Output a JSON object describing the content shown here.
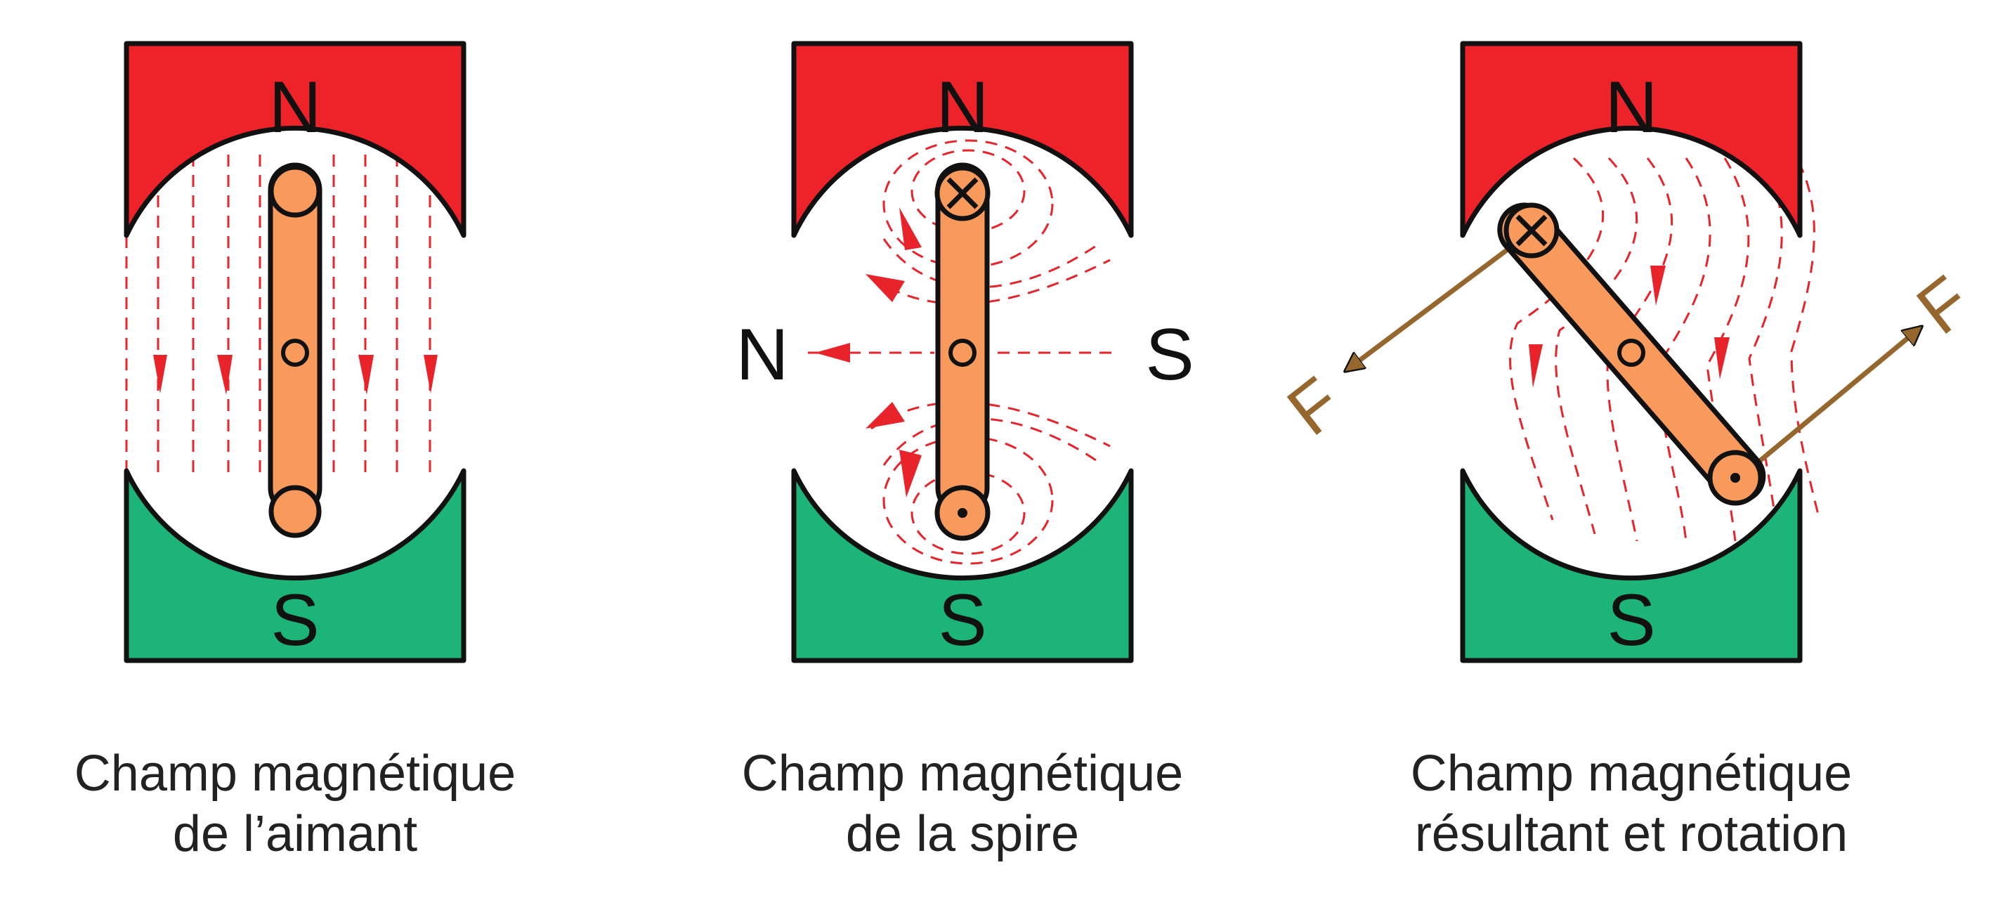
{
  "colors": {
    "north_pole": "#ee2229",
    "south_pole": "#1db478",
    "coil": "#f79a5b",
    "field_lines": "#e8232a",
    "force": "#96672d",
    "outline": "#111111"
  },
  "panels": [
    {
      "north_label": "N",
      "south_label": "S",
      "caption_line1": "Champ magnétique",
      "caption_line2": "de l’aimant"
    },
    {
      "north_label": "N",
      "south_label": "S",
      "left_label": "N",
      "right_label": "S",
      "top_conductor": "current-into-page",
      "bottom_conductor": "current-out-of-page",
      "caption_line1": "Champ magnétique",
      "caption_line2": "de la spire"
    },
    {
      "north_label": "N",
      "south_label": "S",
      "force_label_left": "F",
      "force_label_right": "F",
      "top_conductor": "current-into-page",
      "bottom_conductor": "current-out-of-page",
      "caption_line1": "Champ magnétique",
      "caption_line2": "résultant et rotation"
    }
  ]
}
